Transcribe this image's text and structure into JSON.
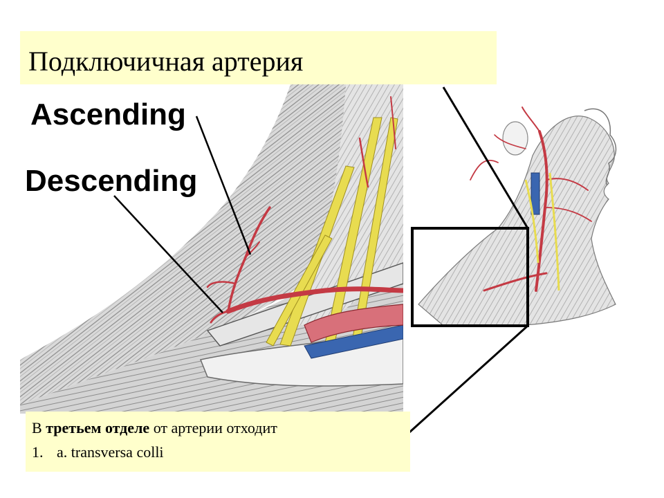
{
  "slide": {
    "title": "Подключичная артерия",
    "image_labels": {
      "ascending": "Ascending",
      "descending": "Descending"
    },
    "caption": {
      "line1_prefix": "В ",
      "line1_bold": "третьем отделе",
      "line1_suffix": " от артерии отходит",
      "line2_number": "1.",
      "line2_text": "a. transversa colli"
    }
  },
  "colors": {
    "title_background": "#ffffcc",
    "caption_background": "#ffffcc",
    "artery_red": "#c43a44",
    "nerve_yellow": "#e8dc50",
    "vein_blue": "#3a66b0",
    "muscle_gray": "#9a9a9a"
  }
}
